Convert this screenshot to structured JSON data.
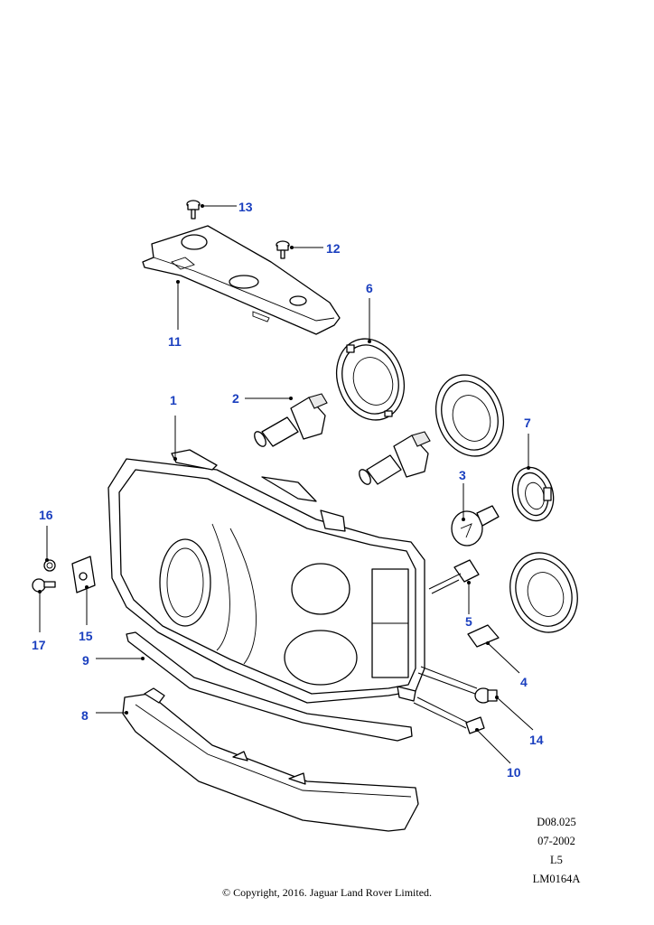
{
  "callouts": [
    "1",
    "2",
    "3",
    "4",
    "5",
    "6",
    "7",
    "8",
    "9",
    "10",
    "11",
    "12",
    "13",
    "14",
    "15",
    "16",
    "17"
  ],
  "meta": {
    "drawing_no": "D08.025",
    "date": "07-2002",
    "level": "L5",
    "ref": "LM0164A"
  },
  "copyright": "© Copyright, 2016. Jaguar Land Rover Limited.",
  "colors": {
    "callout": "#1a3fbf",
    "line": "#000000",
    "background": "#ffffff"
  }
}
